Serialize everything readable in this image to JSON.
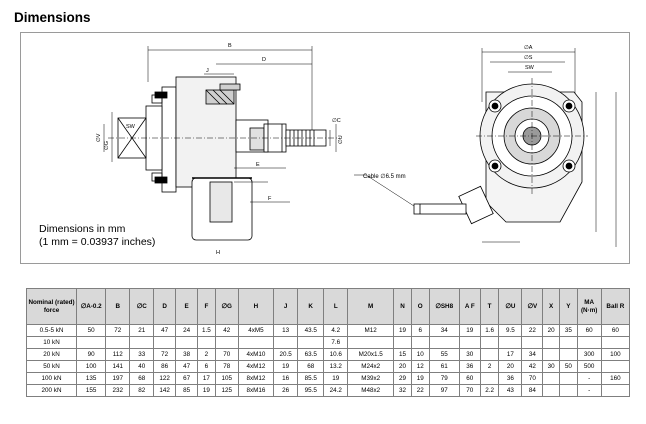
{
  "title": "Dimensions",
  "note": {
    "line1": "Dimensions in mm",
    "line2": "(1 mm = 0.03937 inches)"
  },
  "drawing": {
    "cable_label": "Cable ∅6.5 mm",
    "front_labels": [
      "∅A",
      "∅S",
      "SW"
    ],
    "side_labels": [
      "B",
      "J",
      "D",
      "E",
      "SW",
      "∅V",
      "∅G",
      "∅U",
      "∅C",
      "F",
      "H"
    ]
  },
  "table": {
    "headers": [
      "Nominal (rated) force",
      "∅A-0.2",
      "B",
      "∅C",
      "D",
      "E",
      "F",
      "∅G",
      "H",
      "J",
      "K",
      "L",
      "M",
      "N",
      "O",
      "∅SH8",
      "A F",
      "T",
      "∅U",
      "∅V",
      "X",
      "Y",
      "MA (N·m)",
      "Ball R"
    ],
    "rows": [
      [
        "0.5-5 kN",
        "50",
        "72",
        "21",
        "47",
        "24",
        "1.5",
        "42",
        "4xM5",
        "13",
        "43.5",
        "4.2",
        "M12",
        "19",
        "6",
        "34",
        "19",
        "1.6",
        "9.5",
        "22",
        "20",
        "35",
        "60",
        "60"
      ],
      [
        "10 kN",
        "",
        "",
        "",
        "",
        "",
        "",
        "",
        "",
        "",
        "",
        "7.6",
        "",
        "",
        "",
        "",
        "",
        "",
        "",
        "",
        "",
        "",
        "",
        ""
      ],
      [
        "20 kN",
        "90",
        "112",
        "33",
        "72",
        "38",
        "2",
        "70",
        "4xM10",
        "20.5",
        "63.5",
        "10.6",
        "M20x1.5",
        "15",
        "10",
        "55",
        "30",
        "",
        "17",
        "34",
        "",
        "",
        "300",
        "100"
      ],
      [
        "50 kN",
        "100",
        "141",
        "40",
        "86",
        "47",
        "6",
        "78",
        "4xM12",
        "19",
        "68",
        "13.2",
        "M24x2",
        "20",
        "12",
        "61",
        "36",
        "2",
        "20",
        "42",
        "30",
        "50",
        "500",
        ""
      ],
      [
        "100 kN",
        "135",
        "197",
        "68",
        "122",
        "67",
        "17",
        "105",
        "8xM12",
        "16",
        "85.5",
        "19",
        "M39x2",
        "29",
        "19",
        "79",
        "60",
        "",
        "36",
        "70",
        "",
        "",
        "-",
        "160"
      ],
      [
        "200 kN",
        "155",
        "232",
        "82",
        "142",
        "85",
        "19",
        "125",
        "8xM16",
        "26",
        "95.5",
        "24.2",
        "M48x2",
        "32",
        "22",
        "97",
        "70",
        "2.2",
        "43",
        "84",
        "",
        "",
        "-",
        ""
      ]
    ]
  }
}
